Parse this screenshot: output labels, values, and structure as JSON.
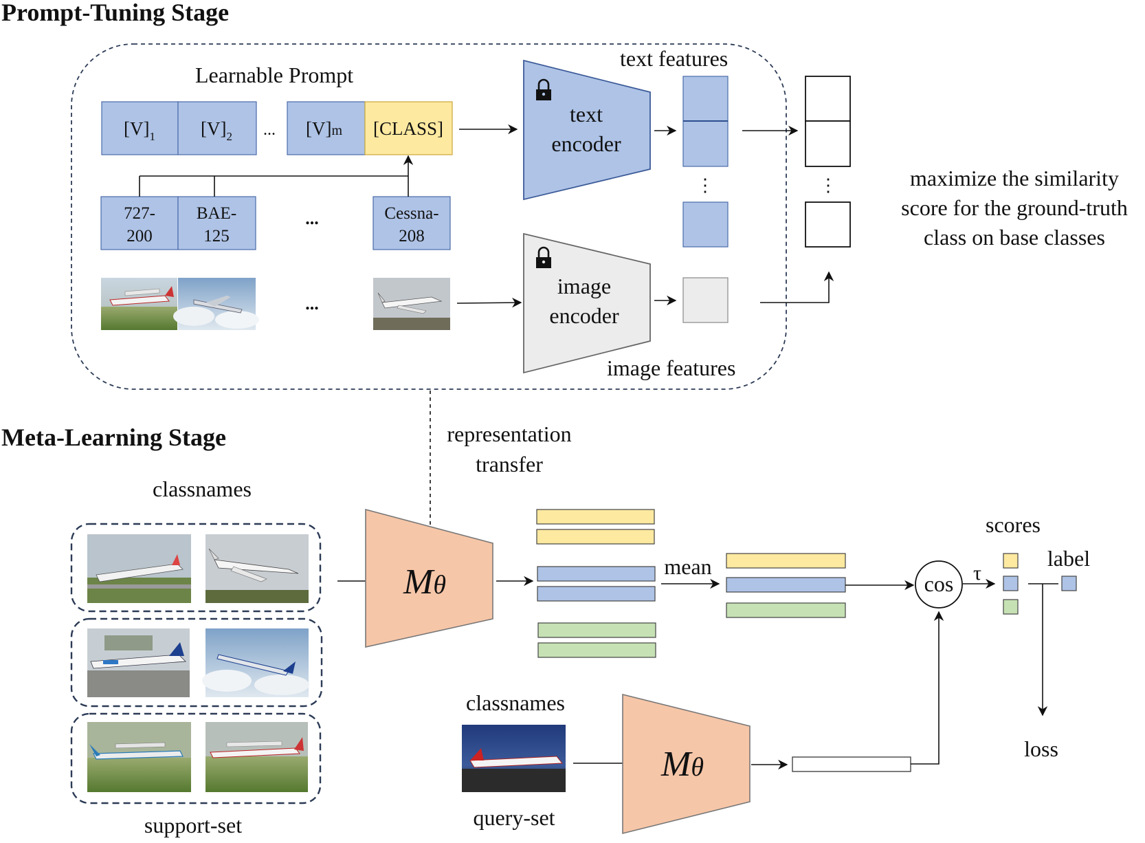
{
  "stages": {
    "prompt_tuning": "Prompt-Tuning Stage",
    "meta_learning": "Meta-Learning Stage"
  },
  "prompt": {
    "title": "Learnable  Prompt",
    "tokens": {
      "v1_base": "[V]",
      "v1_sub": "1",
      "v2_base": "[V]",
      "v2_sub": "2",
      "dots": "...",
      "vm_base": "[V]",
      "vm_sub": "m",
      "class": "[CLASS]"
    }
  },
  "classes": {
    "c1_line1": "727-",
    "c1_line2": "200",
    "c2_line1": "BAE-",
    "c2_line2": "125",
    "c3_line1": "Cessna-",
    "c3_line2": "208",
    "dots": "..."
  },
  "images_row_dots": "...",
  "encoders": {
    "text_line1": "text",
    "text_line2": "encoder",
    "image_line1": "image",
    "image_line2": "encoder"
  },
  "features": {
    "text": "text features",
    "image": "image features",
    "vdots": "⋮"
  },
  "objective": {
    "line1": "maximize the similarity",
    "line2": "score for the ground-truth",
    "line3": "class on base classes"
  },
  "transfer": {
    "line1": "representation",
    "line2": "transfer"
  },
  "meta": {
    "classnames_support": "classnames",
    "support_set": "support-set",
    "classnames_query": "classnames",
    "query_set": "query-set",
    "model_symbol": "M",
    "model_sub": "θ",
    "mean": "mean",
    "cos": "cos",
    "tau": "τ",
    "scores": "scores",
    "label": "label",
    "loss": "loss"
  },
  "colors": {
    "blue": "#aec3e6",
    "blue_stroke": "#4a6aa8",
    "yellow": "#fde9a0",
    "green": "#c6e2b4",
    "orange": "#f6c6a8",
    "gray": "#ececec"
  }
}
